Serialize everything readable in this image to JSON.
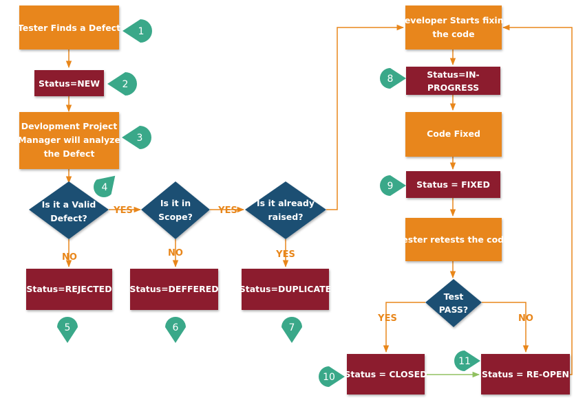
{
  "colors": {
    "process": "#e8861a",
    "status": "#8c1c2e",
    "decision": "#1e4f73",
    "badge": "#3aa889",
    "connector": "#e8861a",
    "connector_green": "#90c060"
  },
  "nodes": {
    "tester_finds": [
      "Tester Finds a Defect"
    ],
    "status_new": [
      "Status=NEW"
    ],
    "dev_pm": [
      "Devlopment Project",
      "Manager will analyze",
      "the Defect"
    ],
    "valid_defect": [
      "Is it a Valid",
      "Defect?"
    ],
    "in_scope": [
      "Is it in",
      "Scope?"
    ],
    "already_raised": [
      "Is it already",
      "raised?"
    ],
    "rejected": [
      "Status=REJECTED"
    ],
    "deferred": [
      "Status=DEFFERED"
    ],
    "duplicate": [
      "Status=DUPLICATE"
    ],
    "dev_fixing": [
      "Developer Starts fixing",
      "the code"
    ],
    "in_progress": [
      "Status=IN-",
      "PROGRESS"
    ],
    "code_fixed": [
      "Code Fixed"
    ],
    "status_fixed": [
      "Status = FIXED"
    ],
    "retest": [
      "Tester retests the code"
    ],
    "test_pass": [
      "Test",
      "PASS?"
    ],
    "closed": [
      "Status = CLOSED"
    ],
    "reopen": [
      "Status = RE-OPEN"
    ]
  },
  "edge_labels": {
    "yes": "YES",
    "no": "NO"
  },
  "badges": [
    "1",
    "2",
    "3",
    "4",
    "5",
    "6",
    "7",
    "8",
    "9",
    "10",
    "11"
  ]
}
